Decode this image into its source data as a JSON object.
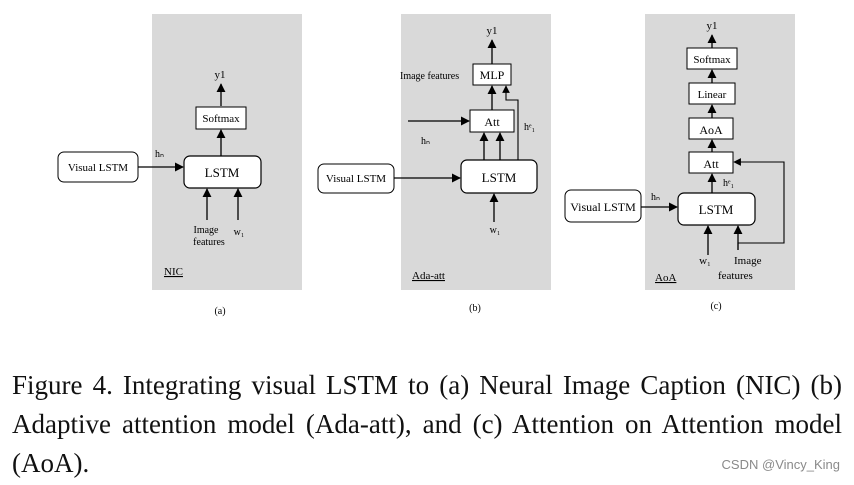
{
  "panels": {
    "nic": {
      "name": "NIC",
      "sub": "(a)",
      "y1": "y1",
      "softmax": "Softmax",
      "lstm": "LSTM",
      "visual_lstm": "Visual LSTM",
      "hn": "hₙ",
      "image_features": [
        "Image",
        "features"
      ],
      "w1": "w₁"
    },
    "ada": {
      "name": "Ada-att",
      "sub": "(b)",
      "y1": "y1",
      "mlp": "MLP",
      "image_features": "Image features",
      "att": "Att",
      "he1": "hᵉ₁",
      "hn": "hₙ",
      "lstm": "LSTM",
      "visual_lstm": "Visual LSTM",
      "w1": "w₁"
    },
    "aoa": {
      "name": "AoA",
      "sub": "(c)",
      "y1": "y1",
      "softmax": "Softmax",
      "linear": "Linear",
      "aoa": "AoA",
      "att": "Att",
      "he1": "hᵉ₁",
      "lstm": "LSTM",
      "visual_lstm": "Visual LSTM",
      "hn": "hₙ",
      "w1": "w₁",
      "image_features": [
        "Image",
        "features"
      ]
    }
  },
  "caption": "Figure 4. Integrating visual LSTM to (a) Neural Image Caption (NIC) (b) Adaptive attention model (Ada-att), and (c) Attention on Attention model (AoA).",
  "watermark": "CSDN @Vincy_King"
}
